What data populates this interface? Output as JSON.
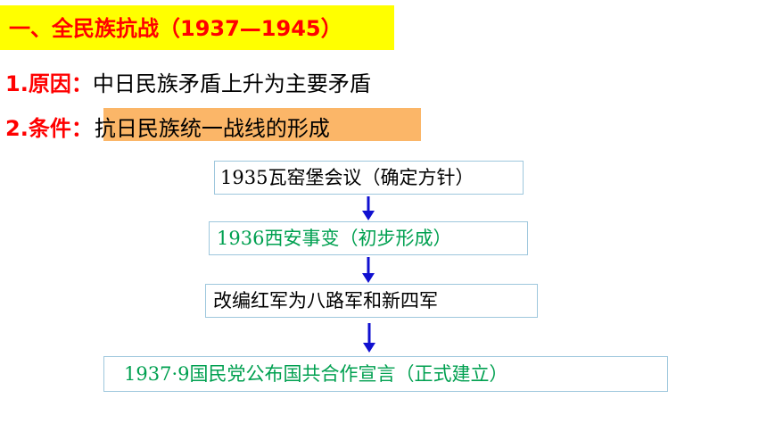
{
  "title": {
    "text": "一、全民族抗战（1937—1945）"
  },
  "items": [
    {
      "num": "1.",
      "label": "原因：",
      "value": "中日民族矛盾上升为主要矛盾"
    },
    {
      "num": "2.",
      "label": "条件：",
      "value": "抗日民族统一战线的形成"
    }
  ],
  "flow": [
    {
      "text": "1935瓦窑堡会议（确定方针）"
    },
    {
      "text": "1936西安事变（初步形成）"
    },
    {
      "text": "改编红军为八路军和新四军"
    },
    {
      "text": "1937·9国民党公布国共合作宣言（正式建立）"
    }
  ],
  "colors": {
    "title_bg": "#ffff00",
    "title_text": "#ff0000",
    "highlight": "#fbb668",
    "arrow": "#1010d0",
    "green_text": "#00a050",
    "box_border": "#9ec7dd"
  }
}
